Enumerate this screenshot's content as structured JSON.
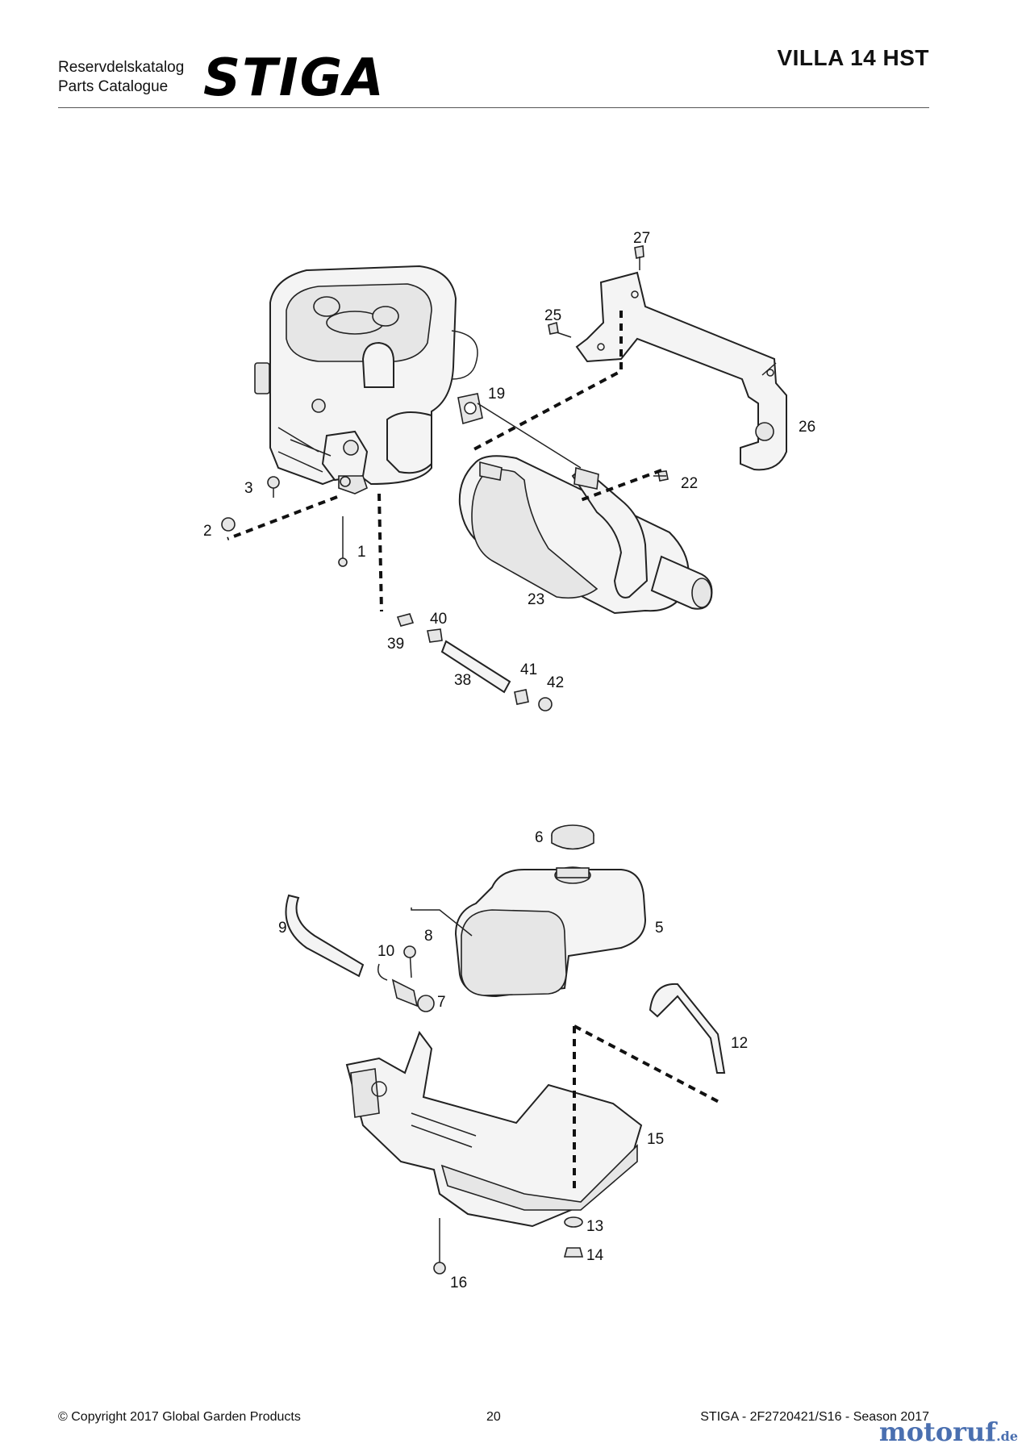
{
  "header": {
    "catalog_sv": "Reservdelskatalog",
    "catalog_en": "Parts Catalogue",
    "brand": "STIGA",
    "model": "VILLA 14 HST"
  },
  "callouts": {
    "upper": [
      "27",
      "25",
      "19",
      "26",
      "22",
      "3",
      "2",
      "1",
      "23",
      "40",
      "39",
      "38",
      "41",
      "42"
    ],
    "lower": [
      "6",
      "5",
      "9",
      "8",
      "10",
      "7",
      "12",
      "15",
      "13",
      "14",
      "16"
    ]
  },
  "footer": {
    "copyright": "© Copyright 2017 Global Garden Products",
    "page_number": "20",
    "doc_ref": "STIGA - 2F2720421/S16 - Season 2017"
  },
  "watermark": {
    "name": "motoruf",
    "tld": ".de"
  },
  "colors": {
    "text": "#111111",
    "rule": "#555555",
    "watermark": "#4a6fb0"
  }
}
